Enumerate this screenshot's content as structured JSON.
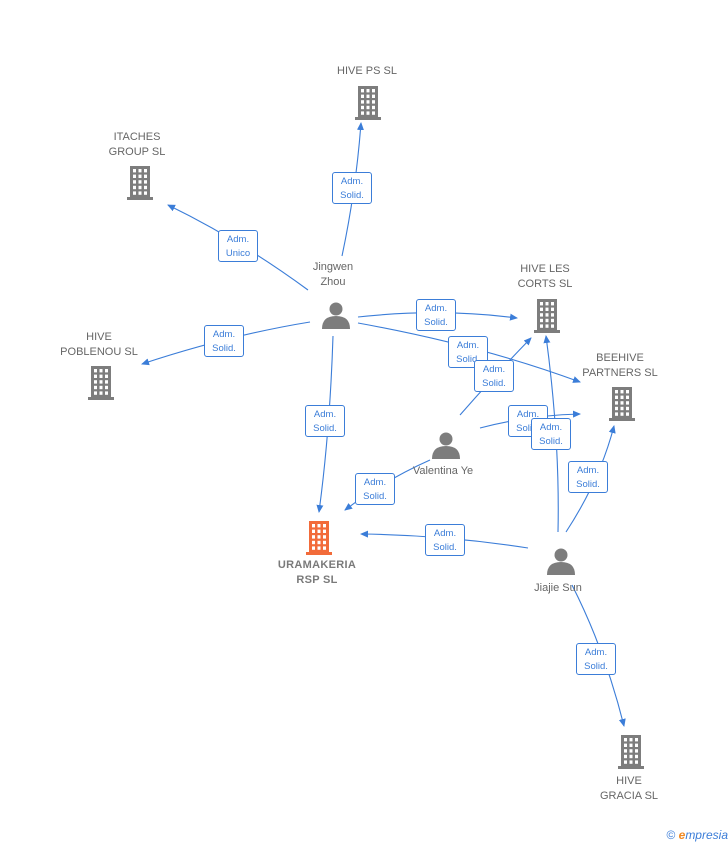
{
  "colors": {
    "edge": "#3b7dd8",
    "company": "#7d7d7d",
    "company_main": "#f26b3a",
    "person": "#7d7d7d"
  },
  "nodes": {
    "hive_ps": {
      "label": "HIVE PS  SL",
      "icon": "building-icon"
    },
    "itaches": {
      "label": "ITACHES\nGROUP  SL",
      "icon": "building-icon"
    },
    "hive_poblenou": {
      "label": "HIVE\nPOBLENOU  SL",
      "icon": "building-icon"
    },
    "jingwen": {
      "label": "Jingwen\nZhou",
      "icon": "person-icon"
    },
    "hive_les_corts": {
      "label": "HIVE LES\nCORTS  SL",
      "icon": "building-icon"
    },
    "beehive": {
      "label": "BEEHIVE\nPARTNERS  SL",
      "icon": "building-icon"
    },
    "valentina": {
      "label": "Valentina Ye",
      "icon": "person-icon"
    },
    "uramakeria": {
      "label": "URAMAKERIA\nRSP  SL",
      "icon": "building-icon"
    },
    "jiajie": {
      "label": "Jiajie Sun",
      "icon": "person-icon"
    },
    "hive_gracia": {
      "label": "HIVE\nGRACIA  SL",
      "icon": "building-icon"
    }
  },
  "badges": [
    "Adm.\nSolid.",
    "Adm.\nUnico",
    "Adm.\nSolid.",
    "Adm.\nSolid.",
    "Adm.\nSolid.",
    "Adm.\nSolid.",
    "Adm.\nSolid.",
    "Adm.\nSolid.",
    "Adm.\nSolid.",
    "Adm.\nSolid.",
    "Adm.\nSolid.",
    "Adm.\nSolid.",
    "Adm.\nSolid."
  ],
  "footer": {
    "copyright": "©",
    "brand_e": "e",
    "brand_rest": "mpresia"
  }
}
